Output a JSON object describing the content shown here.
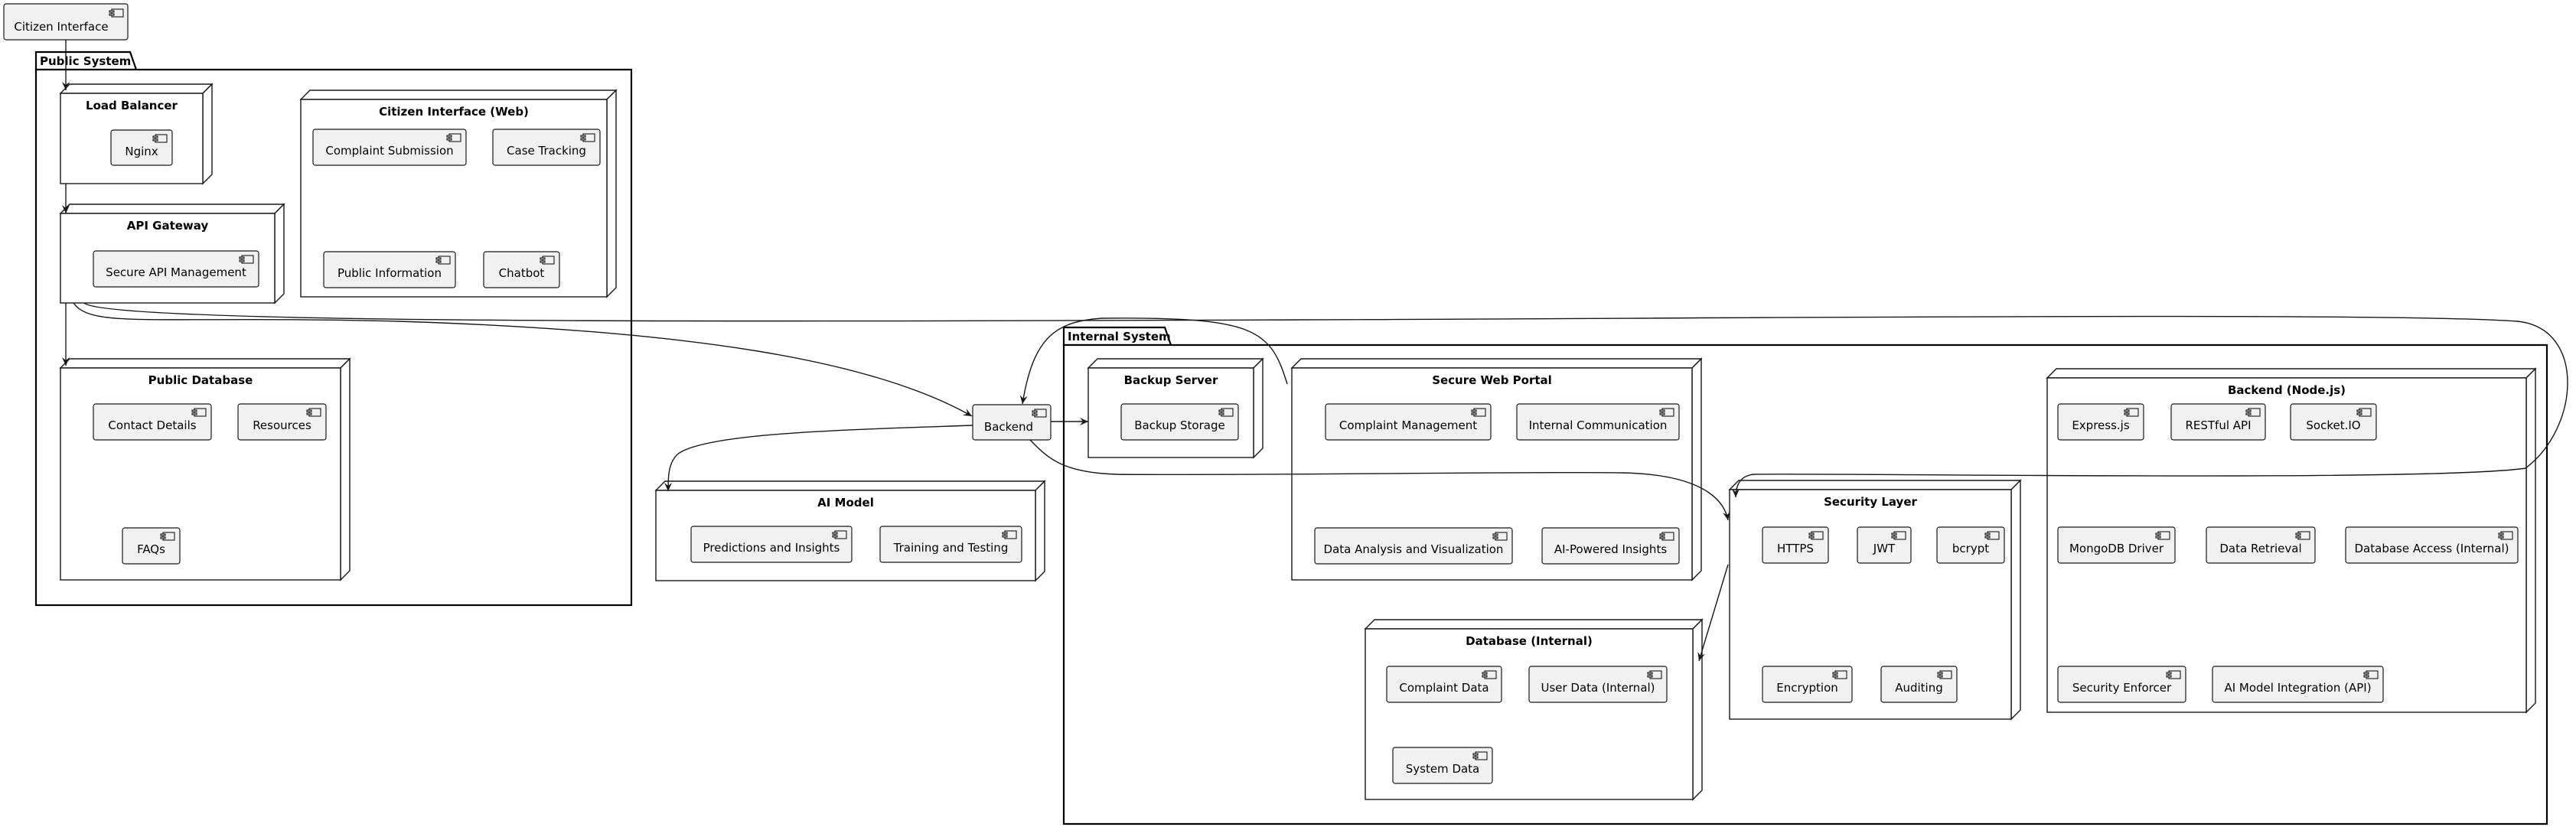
{
  "packages": {
    "public": "Public System",
    "internal": "Internal System"
  },
  "nodes": {
    "load_balancer": {
      "title": "Load Balancer",
      "components": [
        "Nginx"
      ]
    },
    "citizen_web": {
      "title": "Citizen Interface (Web)",
      "components": [
        "Complaint Submission",
        "Case Tracking",
        "Public Information",
        "Chatbot"
      ]
    },
    "api_gateway": {
      "title": "API Gateway",
      "components": [
        "Secure API Management"
      ]
    },
    "public_db": {
      "title": "Public Database",
      "components": [
        "Contact Details",
        "Resources",
        "FAQs"
      ]
    },
    "ai_model": {
      "title": "AI Model",
      "components": [
        "Predictions and Insights",
        "Training and Testing"
      ]
    },
    "backup_server": {
      "title": "Backup Server",
      "components": [
        "Backup Storage"
      ]
    },
    "secure_portal": {
      "title": "Secure Web Portal",
      "components": [
        "Complaint Management",
        "Internal Communication",
        "Data Analysis and Visualization",
        "AI-Powered Insights"
      ]
    },
    "backend_node": {
      "title": "Backend (Node.js)",
      "components": [
        "Express.js",
        "RESTful API",
        "Socket.IO",
        "MongoDB Driver",
        "Data Retrieval",
        "Database Access (Internal)",
        "Security Enforcer",
        "AI Model Integration (API)"
      ]
    },
    "security_layer": {
      "title": "Security Layer",
      "components": [
        "HTTPS",
        "JWT",
        "bcrypt",
        "Encryption",
        "Auditing"
      ]
    },
    "internal_db": {
      "title": "Database (Internal)",
      "components": [
        "Complaint Data",
        "User Data (Internal)",
        "System Data"
      ]
    }
  },
  "standalone": {
    "citizen_interface": "Citizen Interface",
    "backend": "Backend"
  }
}
